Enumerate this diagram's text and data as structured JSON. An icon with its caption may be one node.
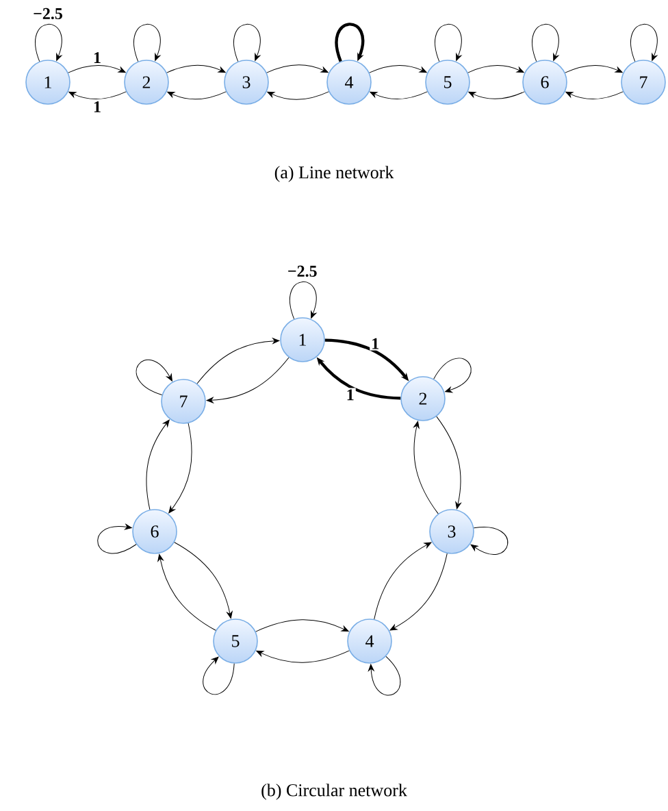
{
  "diagram": {
    "nodes": [
      {
        "text": [
          "1"
        ]
      },
      {
        "text": [
          "2"
        ]
      },
      {
        "text": [
          "3"
        ]
      },
      {
        "text": [
          "4"
        ]
      },
      {
        "text": [
          "5"
        ]
      },
      {
        "text": [
          "6"
        ]
      },
      {
        "text": [
          "7"
        ]
      },
      {
        "text": [
          "1"
        ]
      },
      {
        "text": [
          "2"
        ]
      },
      {
        "text": [
          "3"
        ]
      },
      {
        "text": [
          "4"
        ]
      },
      {
        "text": [
          "5"
        ]
      },
      {
        "text": [
          "6"
        ]
      },
      {
        "text": [
          "7"
        ]
      }
    ],
    "edges": [
      {
        "from": 0,
        "to": 0,
        "arrow": "to",
        "label": "−2.5"
      },
      {
        "from": 1,
        "to": 1,
        "arrow": "to"
      },
      {
        "from": 2,
        "to": 2,
        "arrow": "to"
      },
      {
        "from": 3,
        "to": 3,
        "arrow": "to",
        "style": "thick"
      },
      {
        "from": 4,
        "to": 4,
        "arrow": "to"
      },
      {
        "from": 5,
        "to": 5,
        "arrow": "to"
      },
      {
        "from": 6,
        "to": 6,
        "arrow": "to"
      },
      {
        "from": 0,
        "to": 1,
        "arrow": "to",
        "label": "1"
      },
      {
        "from": 1,
        "to": 0,
        "arrow": "to",
        "label": "1"
      },
      {
        "from": 1,
        "to": 2,
        "arrow": "to"
      },
      {
        "from": 2,
        "to": 1,
        "arrow": "to"
      },
      {
        "from": 2,
        "to": 3,
        "arrow": "to"
      },
      {
        "from": 3,
        "to": 2,
        "arrow": "to"
      },
      {
        "from": 3,
        "to": 4,
        "arrow": "to"
      },
      {
        "from": 4,
        "to": 3,
        "arrow": "to"
      },
      {
        "from": 4,
        "to": 5,
        "arrow": "to"
      },
      {
        "from": 5,
        "to": 4,
        "arrow": "to"
      },
      {
        "from": 5,
        "to": 6,
        "arrow": "to"
      },
      {
        "from": 6,
        "to": 5,
        "arrow": "to"
      },
      {
        "from": 7,
        "to": 7,
        "arrow": "to",
        "label": "−2.5"
      },
      {
        "from": 8,
        "to": 8,
        "arrow": "to"
      },
      {
        "from": 9,
        "to": 9,
        "arrow": "to"
      },
      {
        "from": 10,
        "to": 10,
        "arrow": "to"
      },
      {
        "from": 11,
        "to": 11,
        "arrow": "to"
      },
      {
        "from": 12,
        "to": 12,
        "arrow": "to"
      },
      {
        "from": 13,
        "to": 13,
        "arrow": "to"
      },
      {
        "from": 7,
        "to": 8,
        "arrow": "to",
        "label": "1",
        "style": "thick"
      },
      {
        "from": 8,
        "to": 7,
        "arrow": "to",
        "label": "1",
        "style": "thick"
      },
      {
        "from": 8,
        "to": 9,
        "arrow": "to"
      },
      {
        "from": 9,
        "to": 8,
        "arrow": "to"
      },
      {
        "from": 9,
        "to": 10,
        "arrow": "to"
      },
      {
        "from": 10,
        "to": 9,
        "arrow": "to"
      },
      {
        "from": 10,
        "to": 11,
        "arrow": "to"
      },
      {
        "from": 11,
        "to": 10,
        "arrow": "to"
      },
      {
        "from": 11,
        "to": 12,
        "arrow": "to"
      },
      {
        "from": 12,
        "to": 11,
        "arrow": "to"
      },
      {
        "from": 12,
        "to": 13,
        "arrow": "to"
      },
      {
        "from": 13,
        "to": 12,
        "arrow": "to"
      },
      {
        "from": 13,
        "to": 7,
        "arrow": "to"
      },
      {
        "from": 7,
        "to": 13,
        "arrow": "to"
      }
    ],
    "labels": [
      "(a) Line network",
      "(b) Circular network"
    ]
  }
}
